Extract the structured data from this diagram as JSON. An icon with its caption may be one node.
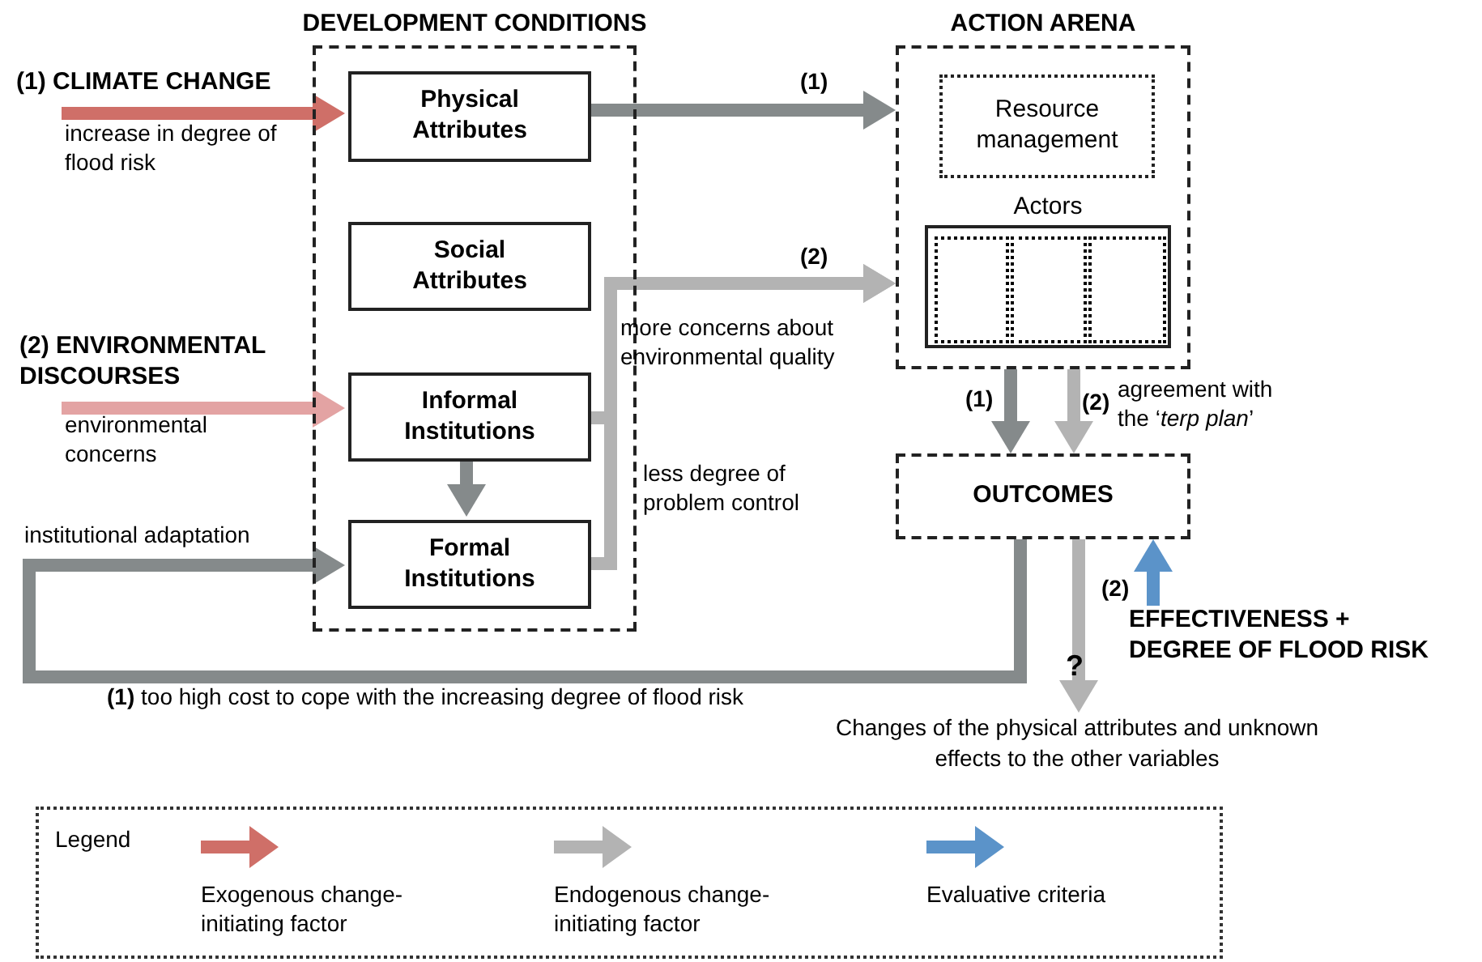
{
  "diagram": {
    "nodes": [
      {
        "text": [
          "DEVELOPMENT CONDITIONS"
        ]
      },
      {
        "text": [
          "Physical Attributes"
        ],
        "in": 0
      },
      {
        "text": [
          "Social Attributes"
        ],
        "in": 0
      },
      {
        "text": [
          "Informal Institutions"
        ],
        "in": 0
      },
      {
        "text": [
          "Formal Institutions"
        ],
        "in": 0
      },
      {
        "text": [
          "ACTION ARENA"
        ]
      },
      {
        "text": [
          "Resource management"
        ],
        "in": 5
      },
      {
        "text": [
          "Actors"
        ],
        "in": 5
      },
      {
        "text": [],
        "shape": "box",
        "in": 7
      },
      {
        "text": [],
        "shape": "box",
        "in": 7
      },
      {
        "text": [],
        "shape": "box",
        "in": 7
      },
      {
        "text": [
          "OUTCOMES"
        ]
      },
      {
        "text": [
          "EFFECTIVENESS + DEGREE OF FLOOD RISK"
        ]
      },
      {
        "text": [
          "Changes of the physical attributes and unknown effects to the other variables"
        ]
      }
    ],
    "edges": [
      {
        "from": null,
        "to": 1,
        "arrow": "to",
        "label": "increase in degree of flood risk",
        "color": "#cf6f68"
      },
      {
        "from": 1,
        "to": 5,
        "arrow": "to",
        "label": "(1)"
      },
      {
        "from": null,
        "to": 3,
        "arrow": "to",
        "label": "environmental concerns",
        "color": "#e3a3a3"
      },
      {
        "from": 3,
        "to": 4,
        "arrow": "to"
      },
      {
        "from": 3,
        "to": 5,
        "arrow": "to",
        "label": "more concerns about environmental quality",
        "color": "#b3b3b3"
      },
      {
        "from": 4,
        "to": 5,
        "arrow": "to",
        "label": "less degree of problem control",
        "color": "#b3b3b3"
      },
      {
        "from": 11,
        "to": 4,
        "arrow": "to",
        "label": "**(1)** too high cost to cope with the increasing degree of flood risk"
      },
      {
        "from": 5,
        "to": 11,
        "arrow": "to",
        "label": "(1)"
      },
      {
        "from": 5,
        "to": 11,
        "arrow": "to",
        "label": "(2)",
        "color": "#b3b3b3"
      },
      {
        "from": 11,
        "to": 13,
        "arrow": "to",
        "label": "(2)",
        "color": "#b3b3b3"
      },
      {
        "from": 12,
        "to": 11,
        "arrow": "to",
        "color": "#5b93c9"
      }
    ],
    "labels": [
      "(1) CLIMATE CHANGE",
      "(2) ENVIRONMENTAL DISCOURSES",
      "(2)",
      "institutional adaptation",
      "agreement with the ‘*terp plan*’",
      "?",
      "Legend"
    ],
    "legend": [
      {
        "text": "Exogenous change-initiating factor",
        "color": "#cf6f68"
      },
      {
        "text": "Endogenous change-initiating factor",
        "color": "#b3b3b3"
      },
      {
        "text": "Evaluative criteria",
        "color": "#5b93c9"
      }
    ]
  }
}
